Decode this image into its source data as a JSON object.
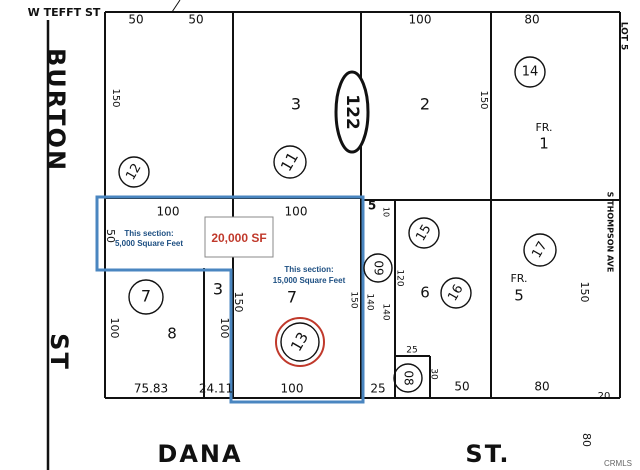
{
  "streets": {
    "tefft": "W TEFFT ST",
    "burton": "BURTON",
    "st_left": "ST",
    "dana": "DANA",
    "st_bottom": "ST.",
    "thompson": "S THOMPSON AVE",
    "lot5": "LOT 5"
  },
  "book_number": "122",
  "highlight": {
    "total": "20,000 SF",
    "section_a_line1": "This section:",
    "section_a_line2": "5,000 Square Feet",
    "section_b_line1": "This section:",
    "section_b_line2": "15,000 Square Feet",
    "color": "#4a86c0",
    "total_color": "#c0392b"
  },
  "lots": {
    "lot2": "2",
    "lot3_top": "3",
    "lot3_mid": "3",
    "lot7": "7",
    "lot8": "8",
    "lot6": "6",
    "lot5": "5",
    "lot1_fr": "FR.",
    "lot1": "1",
    "lot5_fr": "FR.",
    "lot5b": "5"
  },
  "parcels": {
    "p12": "12",
    "p11": "11",
    "p14": "14",
    "p15": "15",
    "p16": "16",
    "p17": "17",
    "p7": "7",
    "p13": "13",
    "p09": "09",
    "p08": "08"
  },
  "dimensions": {
    "top_50a": "50",
    "top_50b": "50",
    "top_100": "100",
    "top_80": "80",
    "left_150": "150",
    "mid_150": "150",
    "mid_100a": "100",
    "mid_100b": "100",
    "left_50": "50",
    "left_100": "100",
    "v_150": "150",
    "v_100": "100",
    "v_150b": "150",
    "r_120": "120",
    "r_140a": "140",
    "r_140b": "140",
    "r_150": "150",
    "r_10": "10",
    "b_7583": "75.83",
    "b_2411": "24.11",
    "b_100": "100",
    "b_25": "25",
    "b_50": "50",
    "b_80": "80",
    "s_25": "25",
    "s_30": "30",
    "corner_20": "20",
    "bottom_80": "80",
    "tri_5": "5"
  },
  "watermark": "CRMLS"
}
